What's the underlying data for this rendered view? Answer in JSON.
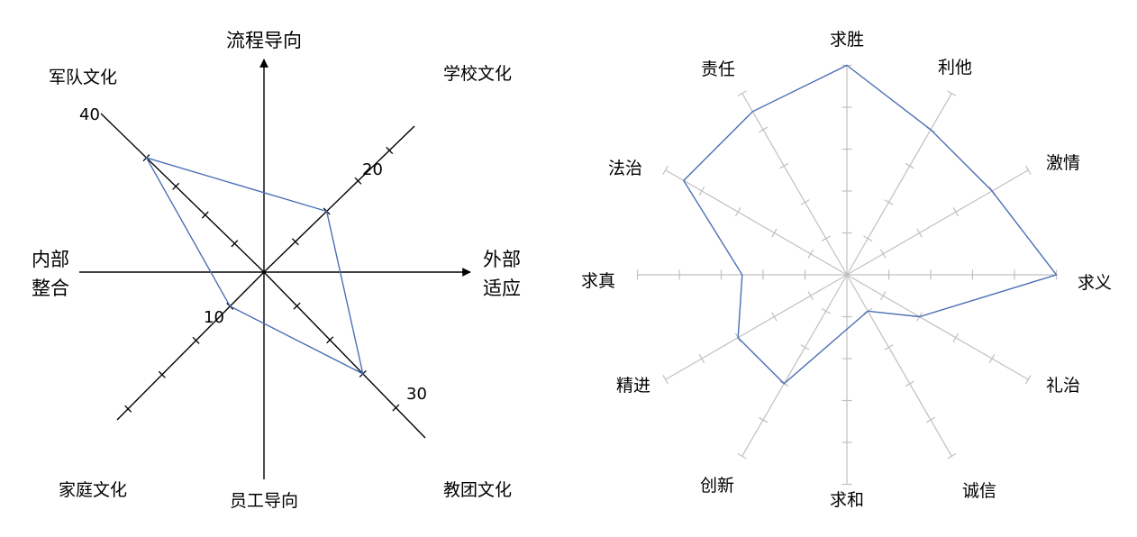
{
  "left_diagram": {
    "vertical_axis": {
      "top_label": "流程导向",
      "bottom_label": "员工导向"
    },
    "horizontal_axis": {
      "left_label_lines": [
        "内部",
        "整合"
      ],
      "right_label_lines": [
        "外部",
        "适应"
      ]
    },
    "quadrants": {
      "top_left": "军队文化",
      "top_right": "学校文化",
      "bottom_left": "家庭文化",
      "bottom_right": "教团文化"
    },
    "values": [
      {
        "label": "40",
        "quadrant": "top_left",
        "value": 40
      },
      {
        "label": "20",
        "quadrant": "top_right",
        "value": 20
      },
      {
        "label": "30",
        "quadrant": "bottom_right",
        "value": 30
      },
      {
        "label": "10",
        "quadrant": "bottom_left",
        "value": 10
      }
    ],
    "colors": {
      "axis": "#000000",
      "polygon": "#4a6fb5"
    }
  },
  "right_diagram": {
    "spokes": [
      "求胜",
      "利他",
      "激情",
      "求义",
      "礼治",
      "诚信",
      "求和",
      "创新",
      "精进",
      "求真",
      "法治",
      "责任"
    ],
    "levels": 5,
    "values": [
      5,
      4,
      4,
      5,
      2,
      1,
      1.3,
      3,
      3,
      2.5,
      4.5,
      4.5
    ],
    "colors": {
      "axis": "#c0c0c0",
      "polygon": "#4a6fb5"
    }
  }
}
